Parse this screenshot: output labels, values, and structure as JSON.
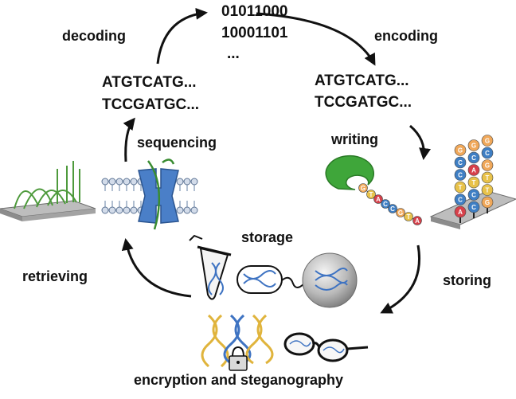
{
  "binary": {
    "line1": "01011000",
    "line2": "10001101",
    "line3": "..."
  },
  "sequence_left": {
    "line1": "ATGTCATG...",
    "line2": "TCCGATGC..."
  },
  "sequence_right": {
    "line1": "ATGTCATG...",
    "line2": "TCCGATGC..."
  },
  "steps": {
    "decoding": "decoding",
    "encoding": "encoding",
    "sequencing": "sequencing",
    "writing": "writing",
    "storage": "storage",
    "retrieving": "retrieving",
    "storing": "storing",
    "encryption": "encryption and steganography"
  },
  "chain_bases": [
    "G",
    "T",
    "A",
    "C",
    "C",
    "G",
    "T",
    "A"
  ],
  "array_columns": [
    [
      "G",
      "C",
      "C",
      "T",
      "C",
      "A"
    ],
    [
      "G",
      "C",
      "A",
      "T",
      "C",
      "C"
    ],
    [
      "G",
      "C",
      "G",
      "T",
      "T",
      "G"
    ]
  ],
  "colors": {
    "A": "#d6404a",
    "T": "#e8c24a",
    "C": "#3f7fc4",
    "G": "#f0a85a",
    "protein": "#4a7fc8",
    "enzyme": "#3fa63a",
    "dna_blue": "#3e73c2",
    "dna_gold": "#e0b43c"
  }
}
